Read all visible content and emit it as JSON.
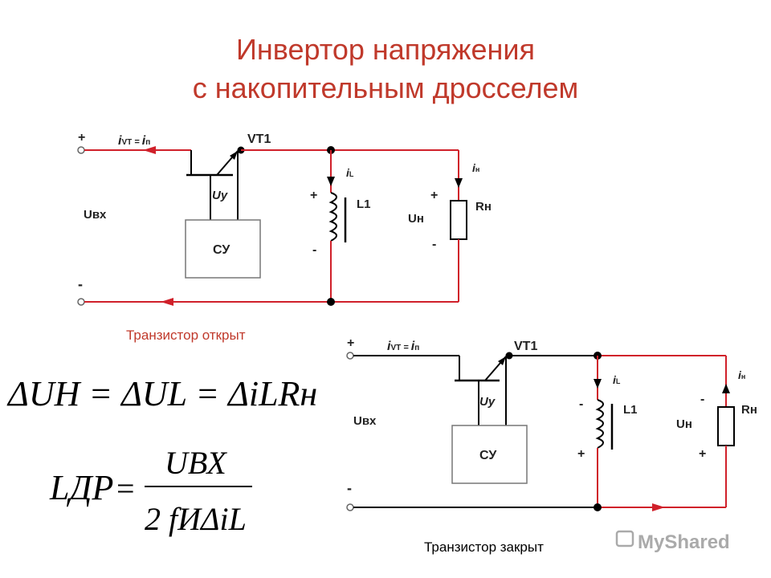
{
  "title": {
    "line1": "Инвертор напряжения",
    "line2": "с накопительным дросселем"
  },
  "captions": {
    "open": "Транзистор открыт",
    "closed": "Транзистор закрыт"
  },
  "circuit": {
    "plus": "+",
    "minus": "-",
    "current_i": "i",
    "current_vt_sub": "VT",
    "equals": " = ",
    "current_p_sub": "п",
    "transistor": "VT1",
    "control_voltage": "Uу",
    "control_unit": "СУ",
    "input_voltage": "Uвх",
    "inductor": "L1",
    "inductor_current_sub": "L",
    "load_current_sub": "н",
    "load_voltage": "Uн",
    "load_resistor": "Rн"
  },
  "formulas": {
    "f1": "ΔUН = ΔUL = ΔiLRн",
    "f2_lhs": "LДР",
    "f2_num": "UВХ",
    "f2_den": "2 fИΔiL"
  },
  "watermark": "MyShared",
  "colors": {
    "accent": "#c0392b",
    "wire": "#d0202a",
    "black": "#000000"
  }
}
